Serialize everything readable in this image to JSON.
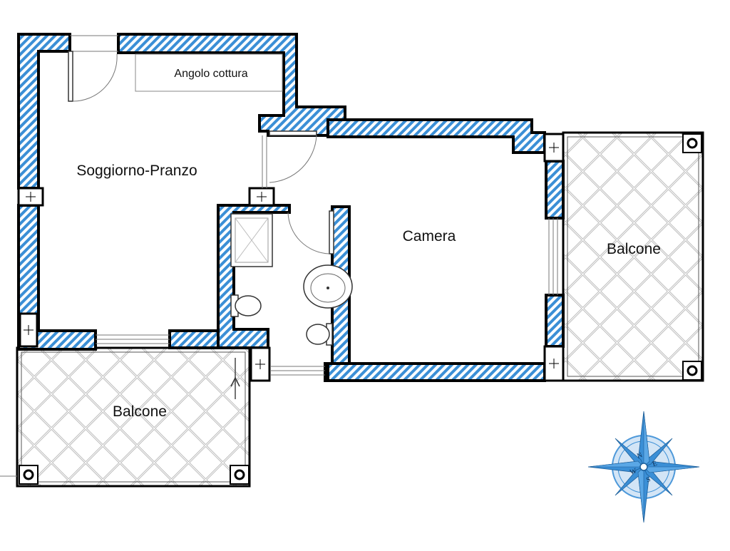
{
  "rooms": {
    "kitchen_corner": "Angolo cottura",
    "living_dining": "Soggiorno-Pranzo",
    "bedroom": "Camera",
    "balcony_east": "Balcone",
    "balcony_south": "Balcone"
  },
  "compass": {
    "icon": "compass-rose-icon",
    "letters": [
      "N",
      "E",
      "S",
      "W"
    ],
    "color": "#3b8fd6"
  },
  "colors": {
    "wall_hatch": "#3b8fd6",
    "wall_outline": "#000000",
    "tile_grid": "#b8b8b8"
  }
}
